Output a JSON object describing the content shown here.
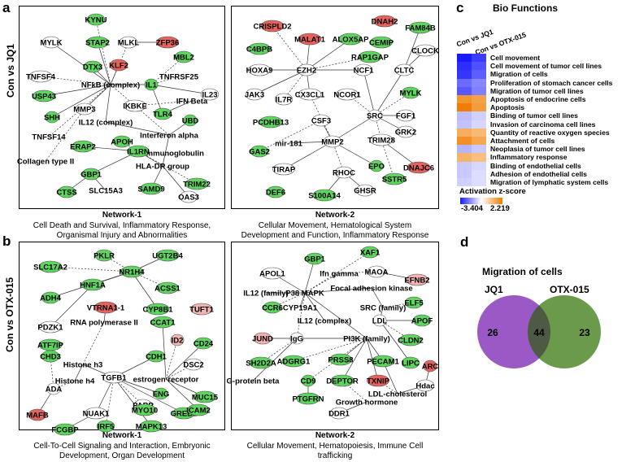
{
  "panels": {
    "a": "a",
    "b": "b",
    "c": "c",
    "d": "d"
  },
  "rows": {
    "row_a": "Con vs JQ1",
    "row_b": "Con vs OTX-015"
  },
  "captions": {
    "a1_title": "Network-1",
    "a1_line1": "Cell Death and Survival, Inflammatory Response,",
    "a1_line2": "Organismal Injury and Abnormalities",
    "a2_title": "Network-2",
    "a2_line1": "Cellular Movement, Hematological System",
    "a2_line2": "Development and Function, Inflammatory Response",
    "b1_title": "Network-1",
    "b1_line1": "Cell-To-Cell Signaling and Interaction, Embryonic",
    "b1_line2": "Development, Organ Development",
    "b2_title": "Network-2",
    "b2_line1": "Cellular Movement, Hematopoiesis, Immune Cell",
    "b2_line2": "trafficking"
  },
  "colors": {
    "green": "#5cd65c",
    "green_light": "#b8ecb0",
    "red": "#e8625c",
    "red_light": "#f2b4b0",
    "white_node": "#ffffff"
  },
  "networks": {
    "a1": [
      {
        "t": "KYNU",
        "c": "g"
      },
      {
        "t": "MYLK",
        "c": "w"
      },
      {
        "t": "STAP2",
        "c": "g"
      },
      {
        "t": "MLKL",
        "c": "w"
      },
      {
        "t": "ZFP36",
        "c": "r"
      },
      {
        "t": "MBL2",
        "c": "g"
      },
      {
        "t": "KLF2",
        "c": "r"
      },
      {
        "t": "DTX3",
        "c": "g"
      },
      {
        "t": "TNFSF4",
        "c": "w"
      },
      {
        "t": "TNFRSF25",
        "c": "w"
      },
      {
        "t": "NFkB (complex)",
        "c": "w"
      },
      {
        "t": "IL1",
        "c": "g"
      },
      {
        "t": "IL23",
        "c": "w"
      },
      {
        "t": "USP43",
        "c": "g"
      },
      {
        "t": "IFN Beta",
        "c": "w"
      },
      {
        "t": "IKBKE",
        "c": "w"
      },
      {
        "t": "MMP3",
        "c": "w"
      },
      {
        "t": "TLR4",
        "c": "g"
      },
      {
        "t": "SHH",
        "c": "g"
      },
      {
        "t": "IL12 (complex)",
        "c": "w"
      },
      {
        "t": "UBD",
        "c": "g"
      },
      {
        "t": "TNFSF14",
        "c": "w"
      },
      {
        "t": "Interferon alpha",
        "c": "w"
      },
      {
        "t": "APOH",
        "c": "g"
      },
      {
        "t": "ERAP2",
        "c": "g"
      },
      {
        "t": "Immunoglobulin",
        "c": "w"
      },
      {
        "t": "Collagen type II",
        "c": "w"
      },
      {
        "t": "IL1RN",
        "c": "g"
      },
      {
        "t": "HLA-DR group",
        "c": "w"
      },
      {
        "t": "GBP1",
        "c": "g"
      },
      {
        "t": "TRIM22",
        "c": "g"
      },
      {
        "t": "CTSS",
        "c": "g"
      },
      {
        "t": "SAMD9",
        "c": "g"
      },
      {
        "t": "OAS3",
        "c": "w"
      },
      {
        "t": "SLC15A3",
        "c": "w"
      }
    ],
    "a2": [
      {
        "t": "DNAH2",
        "c": "r"
      },
      {
        "t": "CRISPLD2",
        "c": "r"
      },
      {
        "t": "FAM84B",
        "c": "g"
      },
      {
        "t": "MALAT1",
        "c": "r"
      },
      {
        "t": "ALOX5AP",
        "c": "g"
      },
      {
        "t": "CEMIP",
        "c": "g"
      },
      {
        "t": "C4BPB",
        "c": "g"
      },
      {
        "t": "CLOCK",
        "c": "w"
      },
      {
        "t": "RAP1GAP",
        "c": "g"
      },
      {
        "t": "HOXA9",
        "c": "w"
      },
      {
        "t": "EZH2",
        "c": "w"
      },
      {
        "t": "NCF1",
        "c": "w"
      },
      {
        "t": "CLTC",
        "c": "w"
      },
      {
        "t": "JAK3",
        "c": "w"
      },
      {
        "t": "MYLK",
        "c": "g"
      },
      {
        "t": "IL7R",
        "c": "w"
      },
      {
        "t": "NCOR1",
        "c": "w"
      },
      {
        "t": "CX3CL1",
        "c": "w"
      },
      {
        "t": "PCDHB13",
        "c": "g"
      },
      {
        "t": "FGF1",
        "c": "w"
      },
      {
        "t": "SRC",
        "c": "w"
      },
      {
        "t": "CSF3",
        "c": "w"
      },
      {
        "t": "GRK2",
        "c": "w"
      },
      {
        "t": "mir-181",
        "c": "w"
      },
      {
        "t": "GAS2",
        "c": "g"
      },
      {
        "t": "TRIM28",
        "c": "w"
      },
      {
        "t": "MMP2",
        "c": "w"
      },
      {
        "t": "TIRAP",
        "c": "w"
      },
      {
        "t": "DNAJC6",
        "c": "r"
      },
      {
        "t": "EPO",
        "c": "g"
      },
      {
        "t": "SSTR5",
        "c": "g"
      },
      {
        "t": "RHOC",
        "c": "w"
      },
      {
        "t": "DEF6",
        "c": "g"
      },
      {
        "t": "GHSR",
        "c": "w"
      },
      {
        "t": "S100A14",
        "c": "g"
      }
    ],
    "b1": [
      {
        "t": "PKLR",
        "c": "g"
      },
      {
        "t": "UGT2B4",
        "c": "g"
      },
      {
        "t": "SLC17A2",
        "c": "g"
      },
      {
        "t": "NR1H4",
        "c": "g"
      },
      {
        "t": "HNF1A",
        "c": "g"
      },
      {
        "t": "ACSS1",
        "c": "g"
      },
      {
        "t": "ADH4",
        "c": "g"
      },
      {
        "t": "VTRNA1-1",
        "c": "r"
      },
      {
        "t": "CYP8B1",
        "c": "g"
      },
      {
        "t": "TUFT1",
        "c": "rl"
      },
      {
        "t": "PDZK1",
        "c": "w"
      },
      {
        "t": "RNA polymerase II",
        "c": "w"
      },
      {
        "t": "CCAT1",
        "c": "g"
      },
      {
        "t": "ATF7IP",
        "c": "g"
      },
      {
        "t": "CHD3",
        "c": "g"
      },
      {
        "t": "CD24",
        "c": "g"
      },
      {
        "t": "ID2",
        "c": "rl"
      },
      {
        "t": "Histone h3",
        "c": "w"
      },
      {
        "t": "CDH1",
        "c": "g"
      },
      {
        "t": "Histone h4",
        "c": "w"
      },
      {
        "t": "DSC2",
        "c": "w"
      },
      {
        "t": "ADA",
        "c": "w"
      },
      {
        "t": "TGFB1",
        "c": "w"
      },
      {
        "t": "estrogen receptor",
        "c": "w"
      },
      {
        "t": "ENG",
        "c": "g"
      },
      {
        "t": "PARP",
        "c": "w"
      },
      {
        "t": "MUC15",
        "c": "g"
      },
      {
        "t": "MAFB",
        "c": "r"
      },
      {
        "t": "NUAK1",
        "c": "w"
      },
      {
        "t": "MYO10",
        "c": "g"
      },
      {
        "t": "GREB1",
        "c": "g"
      },
      {
        "t": "ICAM2",
        "c": "g"
      },
      {
        "t": "FCGBP",
        "c": "g"
      },
      {
        "t": "MAPK13",
        "c": "g"
      },
      {
        "t": "IRF5",
        "c": "g"
      }
    ],
    "b2": [
      {
        "t": "XAF1",
        "c": "g"
      },
      {
        "t": "GBP1",
        "c": "g"
      },
      {
        "t": "MAOA",
        "c": "w"
      },
      {
        "t": "APOL1",
        "c": "w"
      },
      {
        "t": "Ifn gamma",
        "c": "w"
      },
      {
        "t": "EFNB2",
        "c": "rl"
      },
      {
        "t": "Focal adhesion kinase",
        "c": "w"
      },
      {
        "t": "IL12 (family)",
        "c": "w"
      },
      {
        "t": "P38 MAPK",
        "c": "w"
      },
      {
        "t": "ELF5",
        "c": "g"
      },
      {
        "t": "CCR6",
        "c": "g"
      },
      {
        "t": "CYP19A1",
        "c": "w"
      },
      {
        "t": "SRC (family)",
        "c": "w"
      },
      {
        "t": "IL12 (complex)",
        "c": "w"
      },
      {
        "t": "LDL",
        "c": "w"
      },
      {
        "t": "APOF",
        "c": "g"
      },
      {
        "t": "JUND",
        "c": "rl"
      },
      {
        "t": "IgG",
        "c": "w"
      },
      {
        "t": "PI3K (family)",
        "c": "w"
      },
      {
        "t": "CLDN2",
        "c": "g"
      },
      {
        "t": "SH2D2A",
        "c": "g"
      },
      {
        "t": "ADGRG1",
        "c": "g"
      },
      {
        "t": "PRSS8",
        "c": "g"
      },
      {
        "t": "PECAM1",
        "c": "g"
      },
      {
        "t": "LIPC",
        "c": "g"
      },
      {
        "t": "ARC",
        "c": "r"
      },
      {
        "t": "G-protein beta",
        "c": "w"
      },
      {
        "t": "CD9",
        "c": "g"
      },
      {
        "t": "DEPTOR",
        "c": "g"
      },
      {
        "t": "TXNIP",
        "c": "r"
      },
      {
        "t": "Hdac",
        "c": "w"
      },
      {
        "t": "LDL-cholesterol",
        "c": "w"
      },
      {
        "t": "PTGFRN",
        "c": "g"
      },
      {
        "t": "Growth hormone",
        "c": "w"
      },
      {
        "t": "DDR1",
        "c": "w"
      }
    ]
  },
  "heatmap": {
    "title": "Bio Functions",
    "columns": [
      "Con vs JQ1",
      "Con vs OTX-015"
    ],
    "functions": [
      "Cell movement",
      "Cell movement of tumor cell lines",
      "Migration of cells",
      "Proliferation of stomach cancer cells",
      "Migration of tumor cell lines",
      "Apoptosis of  endocrine cells",
      "Apoptosis",
      "Binding of tumor cell lines",
      "Invasion of carcinoma cell lines",
      "Quantity of reactive oxygen species",
      "Attachment of cells",
      "Neoplasia of tumor cell lines",
      "Inflammatory response",
      "Binding of endothelial cells",
      "Adhesion of endothelial cells",
      "Migration of lymphatic system cells"
    ],
    "zscores": [
      [
        -3.4,
        -2.9
      ],
      [
        -3.1,
        -2.6
      ],
      [
        -3.0,
        -2.4
      ],
      [
        -2.2,
        -1.8
      ],
      [
        -2.5,
        -1.9
      ],
      [
        1.8,
        1.6
      ],
      [
        2.2,
        1.7
      ],
      [
        -1.0,
        -0.7
      ],
      [
        -0.9,
        -0.6
      ],
      [
        1.4,
        1.2
      ],
      [
        1.9,
        1.5
      ],
      [
        -1.1,
        -0.8
      ],
      [
        1.3,
        1.1
      ],
      [
        -0.8,
        -0.6
      ],
      [
        -0.8,
        -0.5
      ],
      [
        -0.7,
        -0.5
      ]
    ],
    "legend_title": "Activation z-score",
    "legend_min": "-3.404",
    "legend_max": "2.219",
    "colors": {
      "low": "#1a1aff",
      "mid": "#ffffff",
      "high": "#f07d00"
    }
  },
  "venn": {
    "title": "Migration of cells",
    "left_label": "JQ1",
    "right_label": "OTX-015",
    "left_only": "26",
    "both": "44",
    "right_only": "23",
    "left_color": "#9b59c6",
    "right_color": "#6a9a4a",
    "overlap_color": "#4e5a44"
  }
}
